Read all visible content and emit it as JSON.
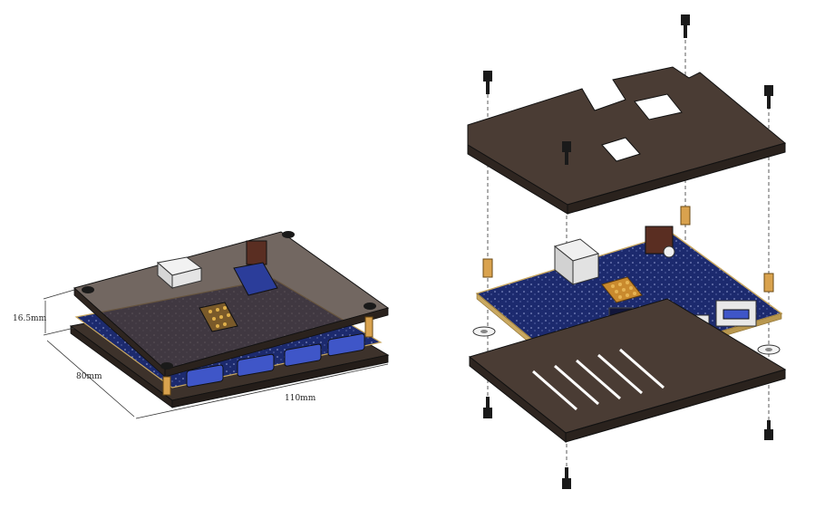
{
  "dimensions": {
    "height": "16.5mm",
    "width": "80mm",
    "length": "110mm"
  },
  "colors": {
    "acrylic": "#4a3c34",
    "acrylic_light": "#6b5a50",
    "pcb": "#1c2a6e",
    "pcb_edge": "#c9a860",
    "usb_port": "#3f56c8",
    "standoff": "#d9a24e",
    "screw": "#1a1a1a"
  },
  "icons": [
    "screw-icon",
    "standoff-icon",
    "usb-port-icon"
  ]
}
